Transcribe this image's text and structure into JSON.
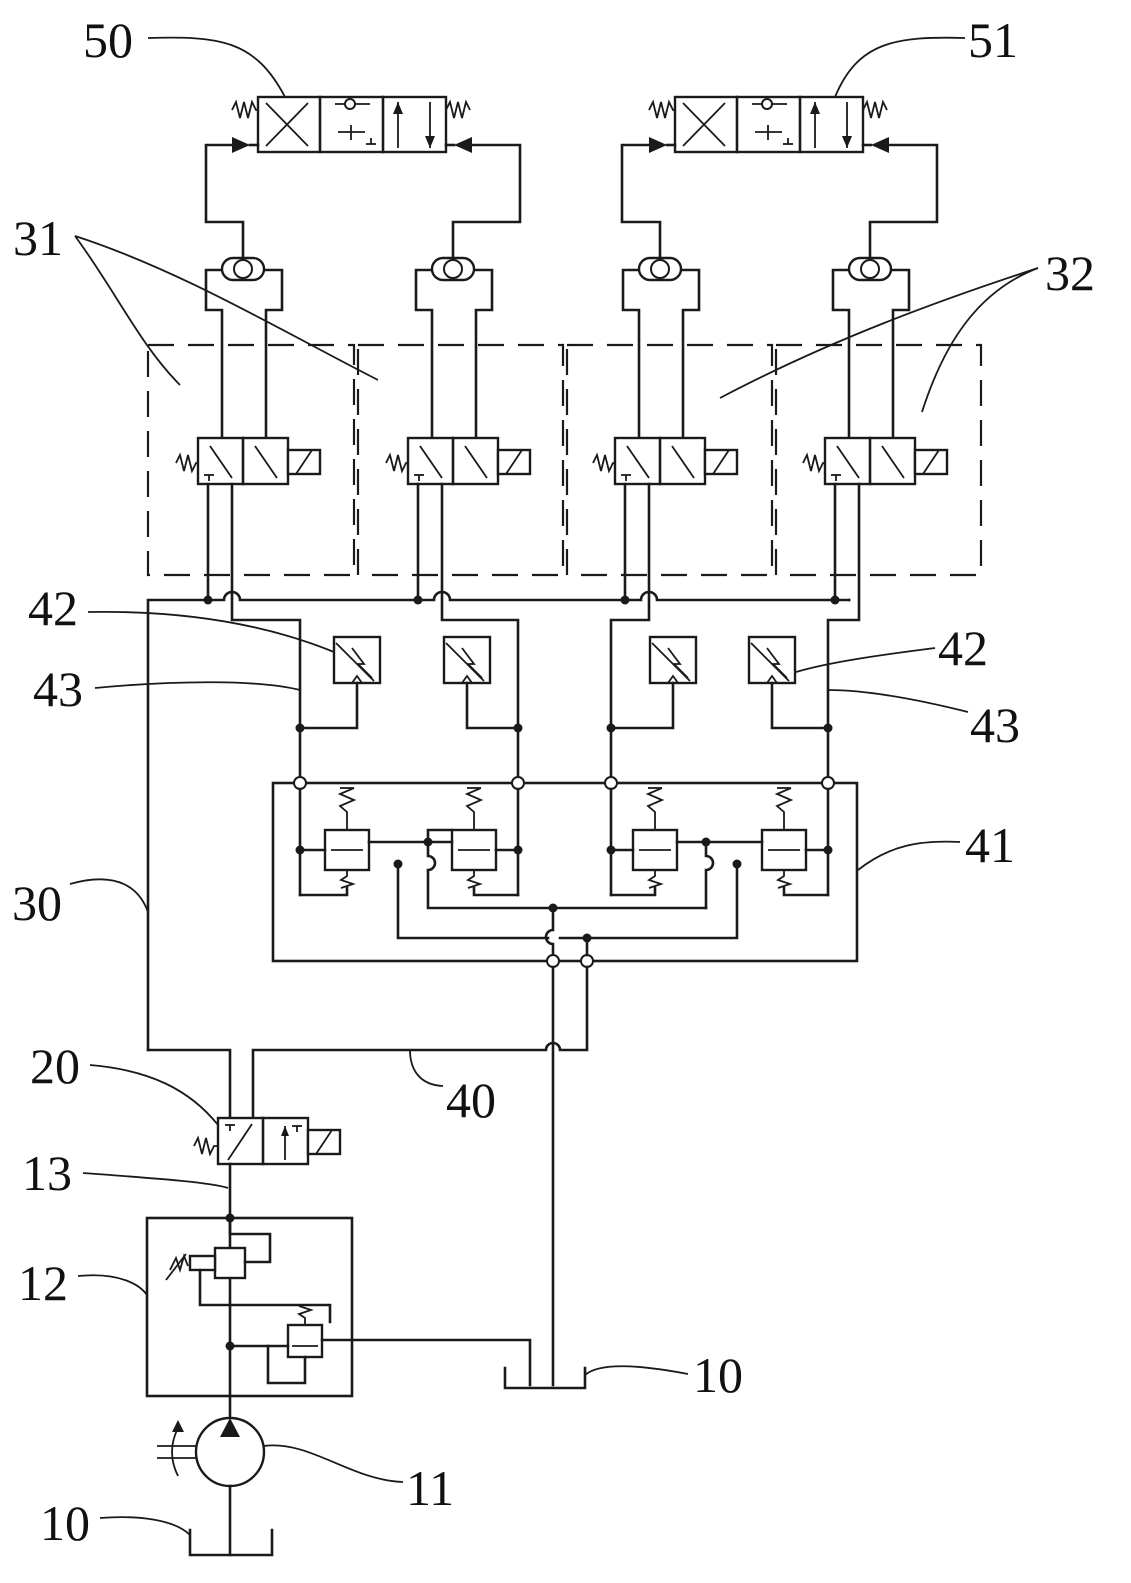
{
  "labels": {
    "valve_50": "50",
    "valve_51": "51",
    "group_31": "31",
    "group_32": "32",
    "sensor_42_left": "42",
    "sensor_42_right": "42",
    "line_43_left": "43",
    "line_43_right": "43",
    "module_41": "41",
    "line_30": "30",
    "valve_20": "20",
    "line_40": "40",
    "line_13": "13",
    "block_12": "12",
    "tank_10_right": "10",
    "pump_11": "11",
    "tank_10_bottom": "10"
  }
}
